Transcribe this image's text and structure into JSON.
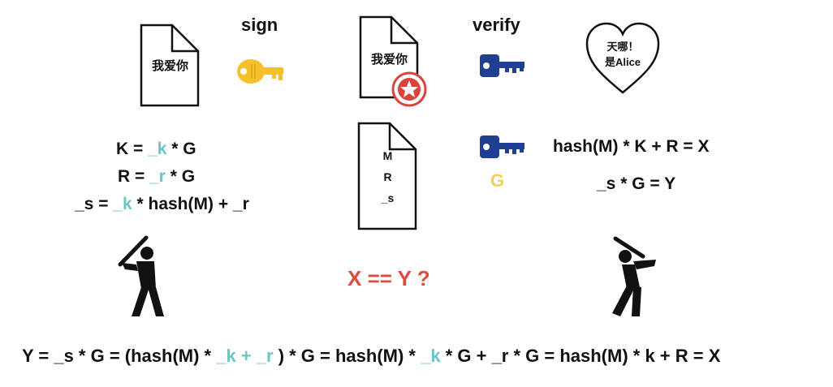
{
  "labels": {
    "sign": "sign",
    "verify": "verify"
  },
  "documents": {
    "plain_text": "我爱你",
    "signed_text": "我爱你",
    "payload_lines": [
      "M",
      "R",
      "_s"
    ]
  },
  "heart": {
    "line1": "天哪！",
    "line2": "是Alice"
  },
  "signer_equations": {
    "eq1": {
      "left": "K = ",
      "teal": "_k",
      "right": " * G"
    },
    "eq2": {
      "left": "R = ",
      "teal": "_r",
      "right": " * G"
    },
    "eq3": {
      "left": "_s = ",
      "teal": "_k",
      "right": " * hash(M) + _r"
    }
  },
  "verifier_equations": {
    "eq1": "hash(M) * K + R = X",
    "eq2": "_s * G = Y"
  },
  "g_label": "G",
  "question": "X == Y ?",
  "bottom_equation": {
    "p1": "Y = _s * G = (hash(M) * ",
    "t1": "_k + _r",
    "p2": " ) * G = hash(M) * ",
    "t2": "_k",
    "p3": " * G + _r * G = hash(M) * k + R = X"
  },
  "colors": {
    "teal": "#6cc6c6",
    "red": "#e04a3f",
    "gold_key": "#f5c02a",
    "blue_key": "#1f3f93",
    "g_yellow": "#f2cf5c",
    "stamp_red": "#d9443b"
  },
  "icons": [
    "document-icon",
    "gold-key-icon",
    "signed-document-icon",
    "stamp-icon",
    "blue-key-icon",
    "heart-icon",
    "batter-left-icon",
    "batter-right-icon"
  ]
}
